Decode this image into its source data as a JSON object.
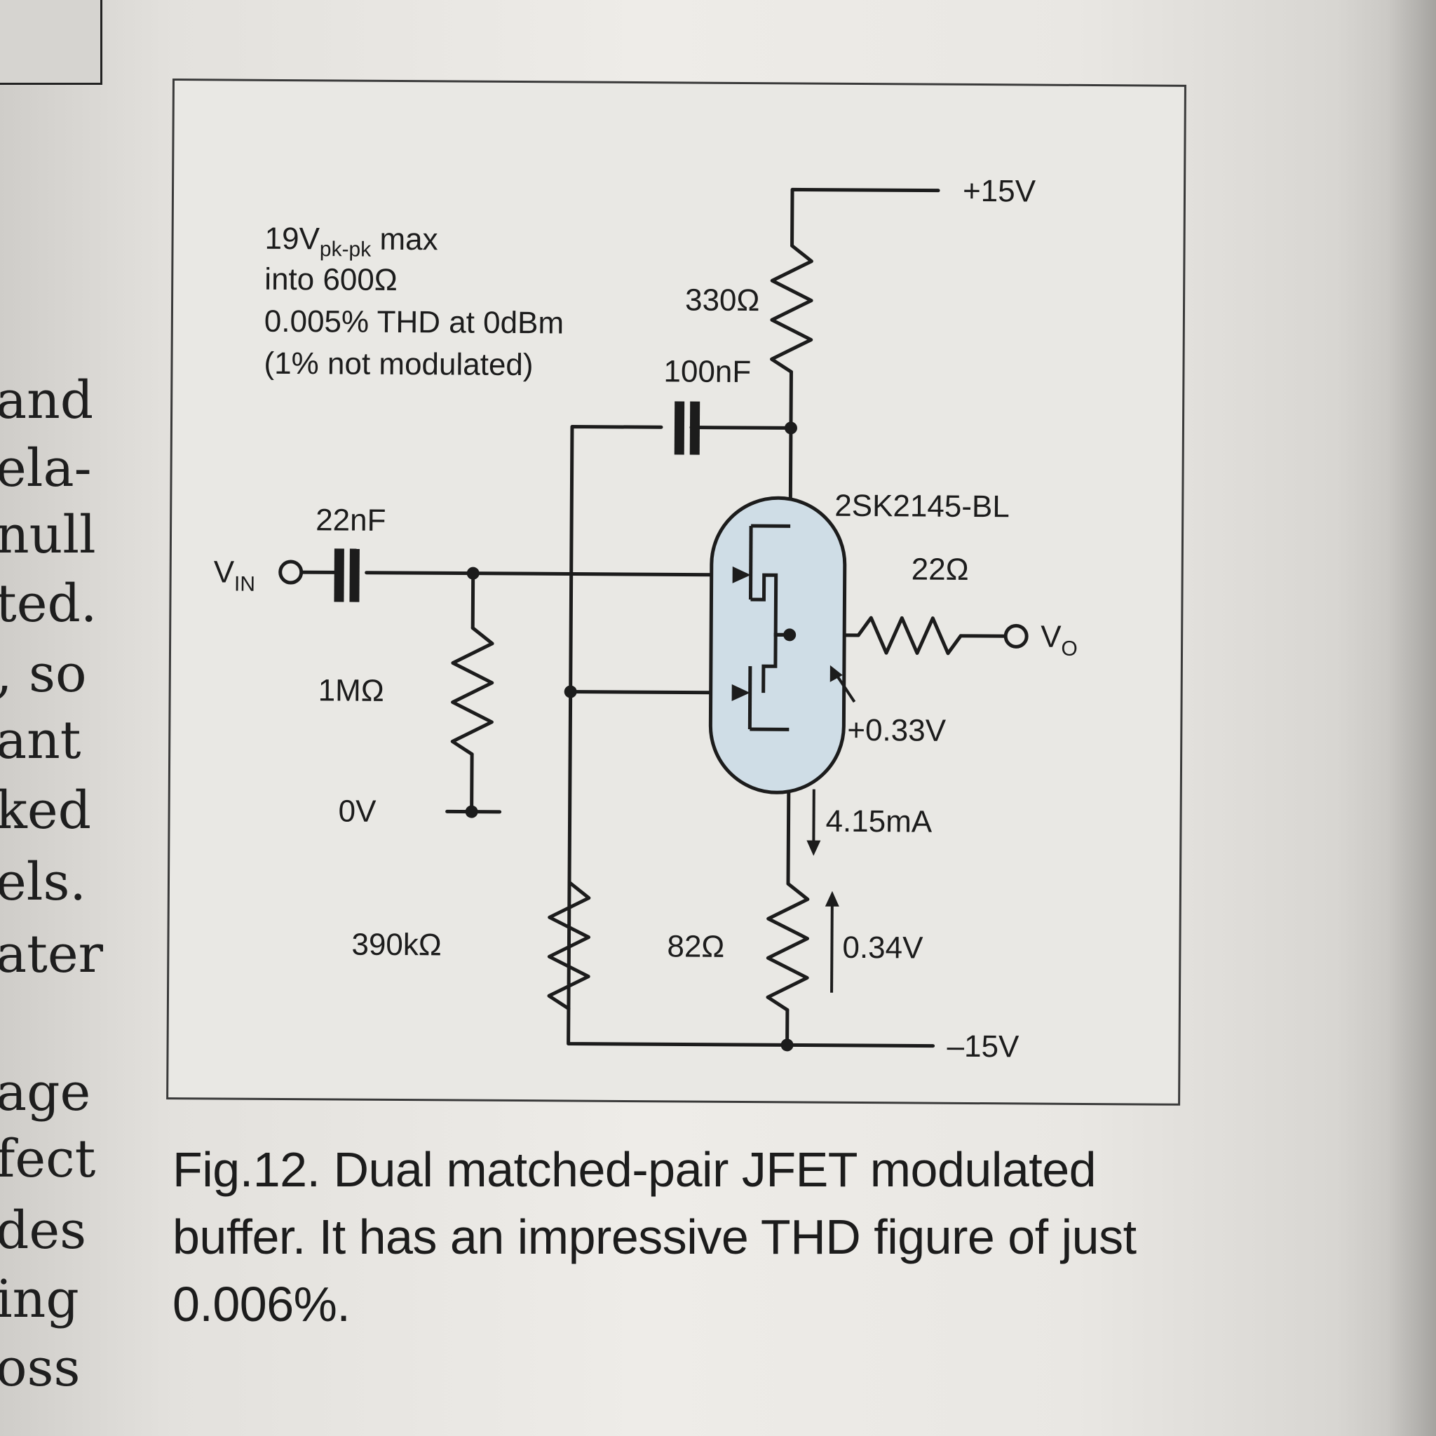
{
  "figure": {
    "notes": {
      "line1_main": "19V",
      "line1_sub": "pk-pk",
      "line1_rest": "max",
      "line2": "into 600Ω",
      "line3": "0.005% THD at 0dBm",
      "line4": "(1% not modulated)"
    },
    "labels": {
      "supply_pos": "+15V",
      "supply_neg": "–15V",
      "r_top": "330Ω",
      "c_top": "100nF",
      "jfet": "2SK2145-BL",
      "c_in": "22nF",
      "vin_main": "V",
      "vin_sub": "IN",
      "r_out": "22Ω",
      "vo_main": "V",
      "vo_sub": "O",
      "r_gate": "1MΩ",
      "ground": "0V",
      "v_out_dc": "+0.33V",
      "current": "4.15mA",
      "r_bias": "390kΩ",
      "r_source": "82Ω",
      "v_source": "0.34V"
    },
    "caption": "Fig.12. Dual matched-pair JFET modulated buffer. It has an impressive THD figure of just 0.006%."
  },
  "margin_text": [
    "and",
    "ela-",
    "null",
    "ted.",
    ", so",
    "ant",
    "ked",
    "els.",
    "ater",
    "age",
    "fect",
    "des",
    "ing",
    "oss"
  ],
  "colors": {
    "paper": "#eeece8",
    "ink": "#1c1c1c",
    "jfet_fill": "#cfdde6"
  }
}
